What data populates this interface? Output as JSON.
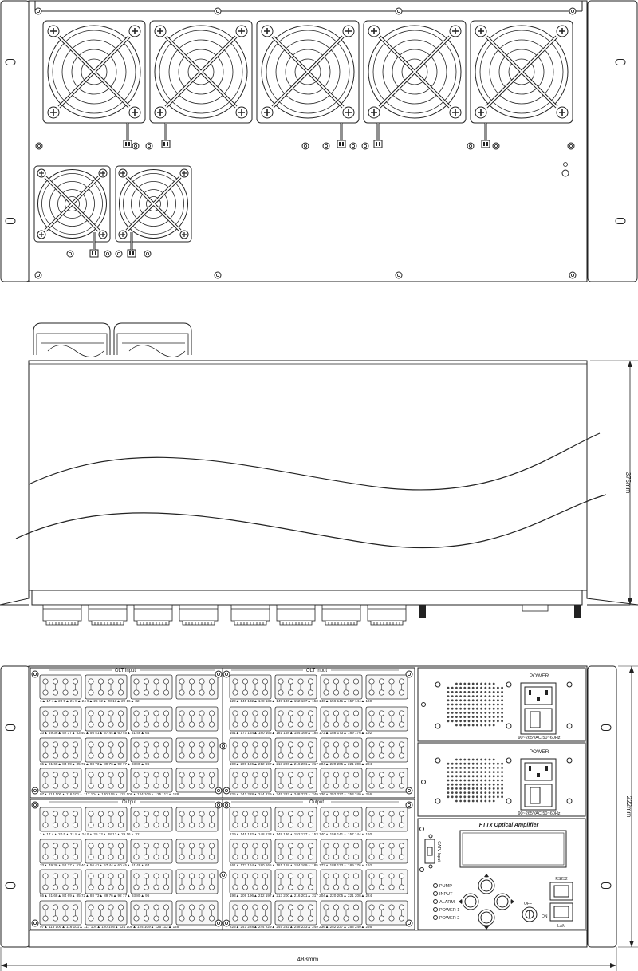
{
  "dimensions": {
    "depth": "375mm",
    "height": "222mm",
    "width": "483mm"
  },
  "labels": {
    "olt_input_left": "OLT Input",
    "olt_input_right": "OLT Input",
    "output_left": "Output",
    "output_right": "Output",
    "power_1": "POWER",
    "power_2": "POWER",
    "power_spec_1": "90~265VAC 50~60Hz",
    "power_spec_2": "90~265VAC 50~60Hz",
    "device_title": "FTTx Optical Amplifier",
    "catv_input": "CATV Input",
    "rs232": "RS232",
    "lan": "LAN",
    "off": "OFF",
    "on": "ON",
    "leds": [
      "PUMP",
      "INPUT",
      "ALARM",
      "POWER 1",
      "POWER 2"
    ]
  },
  "port_rows": {
    "input_left": [
      "1▲ 17     4▲ 20     5▲ 21     8▲ 24     9▲ 25    12▲ 28    13▲ 29    16▲ 32",
      "33▲ 49    36▲ 52    37▲ 53    40▲ 56    41▲ 57    44▲ 60    45▲ 61    48▲ 64",
      "65▲ 81    68▲ 84    69▲ 85    72▲ 88    73▲ 89    76▲ 92    77▲ 93    80▲ 96",
      "97▲ 113  100▲ 116  101▲ 117  104▲ 120  105▲ 121  108▲ 124  109▲ 125  112▲ 128"
    ],
    "input_right": [
      "129▲ 145  132▲ 148  133▲ 149  136▲ 152  137▲ 153  140▲ 156  141▲ 157  144▲ 160",
      "161▲ 177  164▲ 180  165▲ 181  168▲ 184  169▲ 185  172▲ 188  173▲ 189  176▲ 192",
      "193▲ 209  196▲ 212  197▲ 213  200▲ 216  201▲ 217  204▲ 220  205▲ 221  208▲ 224",
      "225▲ 241  228▲ 244  229▲ 245  232▲ 248  233▲ 249  236▲ 252  237▲ 253  240▲ 256"
    ],
    "output_left": [
      "1▲ 17     4▲ 20     5▲ 21     8▲ 24     9▲ 25    12▲ 28    13▲ 29    16▲ 32",
      "33▲ 49    36▲ 52    37▲ 53    40▲ 56    41▲ 57    44▲ 60    45▲ 61    48▲ 64",
      "65▲ 81    68▲ 84    69▲ 85    72▲ 88    73▲ 89    76▲ 92    77▲ 93    80▲ 96",
      "97▲ 113  100▲ 116  101▲ 117  104▲ 120  105▲ 121  108▲ 124  109▲ 125  112▲ 128"
    ],
    "output_right": [
      "129▲ 145  132▲ 148  133▲ 149  136▲ 152  137▲ 153  140▲ 156  141▲ 157  144▲ 160",
      "161▲ 177  164▲ 180  165▲ 181  168▲ 184  169▲ 185  172▲ 188  173▲ 189  176▲ 192",
      "193▲ 209  196▲ 212  197▲ 213  200▲ 216  201▲ 217  204▲ 220  205▲ 221  208▲ 224",
      "225▲ 241  228▲ 244  229▲ 245  232▲ 248  233▲ 249  236▲ 252  237▲ 253  240▲ 256"
    ]
  }
}
